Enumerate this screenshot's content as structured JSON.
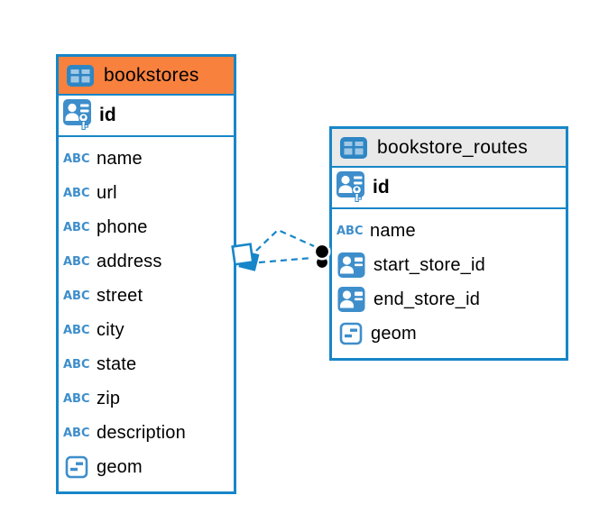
{
  "icons": {
    "text_type_label": "ABC"
  },
  "colors": {
    "accent_blue": "#1786c8",
    "icon_blue": "#3e8ecb",
    "header_orange": "#f8813e",
    "header_gray": "#e9e9e9",
    "text_black": "#000000",
    "marker_black": "#000000"
  },
  "tables": [
    {
      "name": "bookstores",
      "primary_key": "id",
      "fields": [
        {
          "name": "name",
          "type": "text"
        },
        {
          "name": "url",
          "type": "text"
        },
        {
          "name": "phone",
          "type": "text"
        },
        {
          "name": "address",
          "type": "text"
        },
        {
          "name": "street",
          "type": "text"
        },
        {
          "name": "city",
          "type": "text"
        },
        {
          "name": "state",
          "type": "text"
        },
        {
          "name": "zip",
          "type": "text"
        },
        {
          "name": "description",
          "type": "text"
        },
        {
          "name": "geom",
          "type": "geometry"
        }
      ]
    },
    {
      "name": "bookstore_routes",
      "primary_key": "id",
      "fields": [
        {
          "name": "name",
          "type": "text"
        },
        {
          "name": "start_store_id",
          "type": "foreign-key"
        },
        {
          "name": "end_store_id",
          "type": "foreign-key"
        },
        {
          "name": "geom",
          "type": "geometry"
        }
      ]
    }
  ],
  "relationships": [
    {
      "from": "bookstores",
      "to": "bookstore_routes",
      "style": "dashed"
    },
    {
      "from": "bookstores",
      "to": "bookstore_routes",
      "style": "dashed"
    }
  ]
}
